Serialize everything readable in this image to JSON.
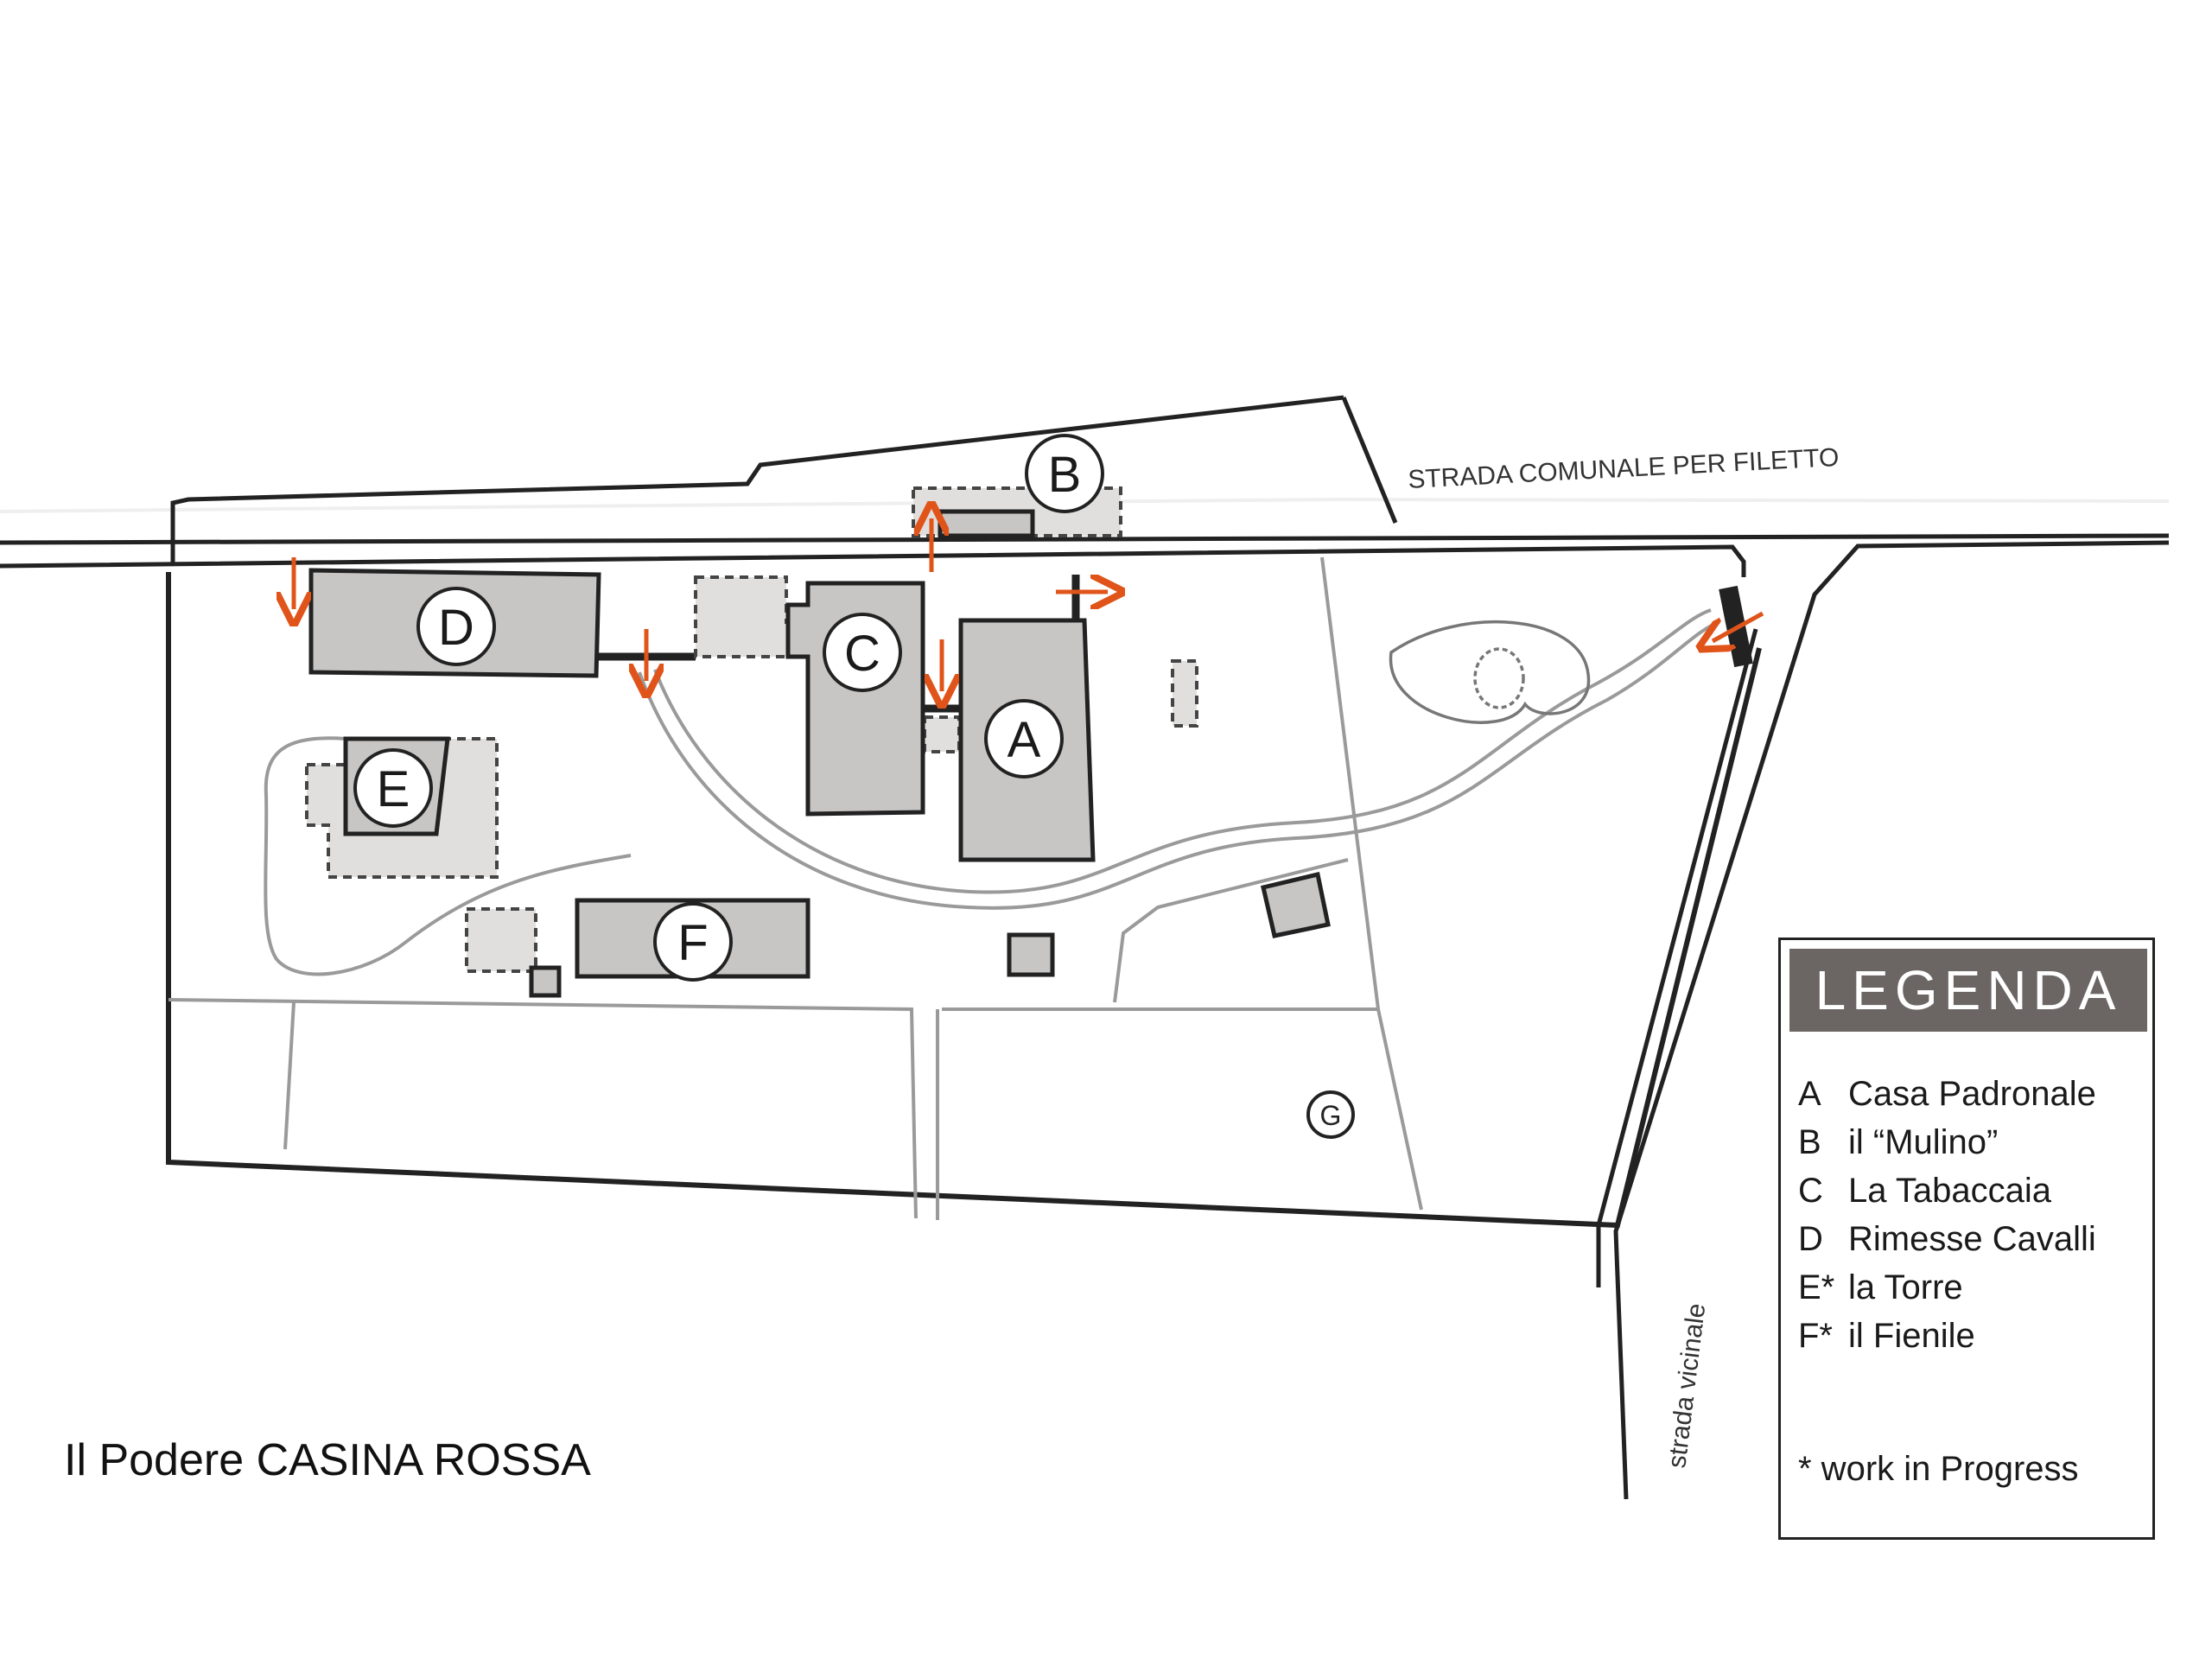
{
  "title": "Il Podere CASINA ROSSA",
  "roads": {
    "main": "STRADA COMUNALE PER FILETTO",
    "side": "strada vicinale"
  },
  "buildings": [
    {
      "key": "A",
      "name": "Casa Padronale"
    },
    {
      "key": "B",
      "name": "il “Mulino”"
    },
    {
      "key": "C",
      "name": "La Tabaccaia"
    },
    {
      "key": "D",
      "name": "Rimesse Cavalli"
    },
    {
      "key": "E",
      "name": "la Torre"
    },
    {
      "key": "F",
      "name": "il Fienile"
    }
  ],
  "marker_g": "G",
  "legend": {
    "title": "LEGENDA",
    "items": [
      {
        "key": "A",
        "label": "Casa Padronale"
      },
      {
        "key": "B",
        "label": "il “Mulino”"
      },
      {
        "key": "C",
        "label": "La Tabaccaia"
      },
      {
        "key": "D",
        "label": "Rimesse Cavalli"
      },
      {
        "key": "E*",
        "label": "la Torre"
      },
      {
        "key": "F*",
        "label": "il Fienile"
      }
    ],
    "note": "* work in Progress"
  },
  "colors": {
    "building": "#c8c6c5",
    "extension": "#e0dfde",
    "outline": "#222222",
    "path": "#9a9a9a",
    "arrow": "#e0541a",
    "legend_header": "#6b6664"
  }
}
